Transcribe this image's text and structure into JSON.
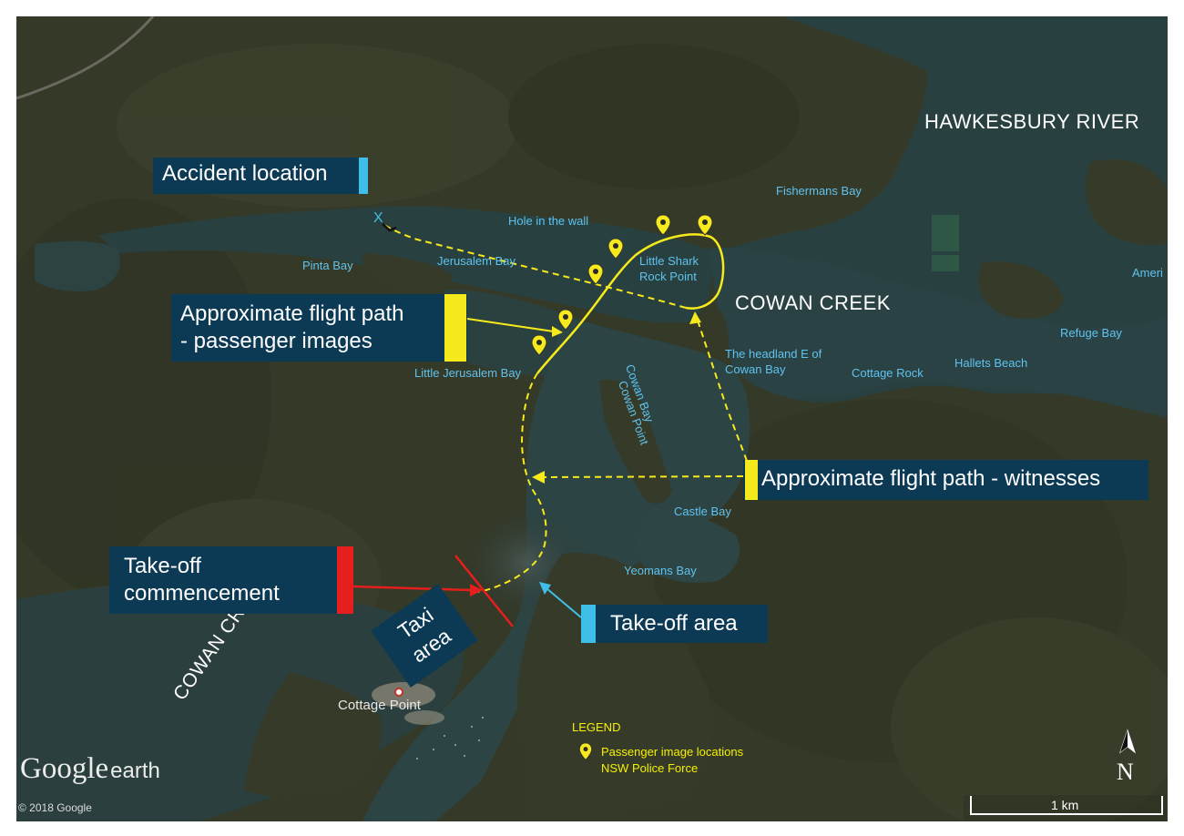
{
  "colors": {
    "callout_bg": "#0c3a55",
    "place_label": "#5fc3f0",
    "passenger_path": "#f7ea1c",
    "witness_path": "#f7ea1c",
    "takeoff_marker": "#e61e1e",
    "takeoff_area_marker": "#3fbfe8",
    "legend_text": "#f7f000"
  },
  "callouts": {
    "accident": "Accident location",
    "passenger_line1": "Approximate flight path",
    "passenger_line2": "- passenger images",
    "witnesses": "Approximate flight path - witnesses",
    "takeoff_line1": "Take-off",
    "takeoff_line2": "commencement",
    "takeoff_area": "Take-off area",
    "taxi_line1": "Taxi",
    "taxi_line2": "area"
  },
  "accident_marker": "X",
  "water_labels": {
    "hawkesbury": "HAWKESBURY RIVER",
    "cowan_creek_east": "COWAN CREEK",
    "cowan_creek_south": "COWAN CREEK"
  },
  "places": {
    "hole_in_the_wall": "Hole in the wall",
    "fishermans_bay": "Fishermans Bay",
    "pinta_bay": "Pinta Bay",
    "jerusalem_bay": "Jerusalem Bay",
    "little_shark_rock_point": "Little Shark Rock Point",
    "refuge_bay": "Refuge Bay",
    "america_bay_partial": "Ameri",
    "headland": "The headland  E of Cowan Bay",
    "cottage_rock": "Cottage Rock",
    "hallets_beach": "Hallets Beach",
    "little_jerusalem_bay": "Little Jerusalem Bay",
    "cowan_bay": "Cowan Bay",
    "cowan_point": "Cowan Point",
    "castle_bay": "Castle Bay",
    "yeomans_bay": "Yeomans Bay",
    "cottage_point": "Cottage Point"
  },
  "legend": {
    "title": "LEGEND",
    "item_line1": "Passenger image locations",
    "item_line2": "NSW Police Force",
    "icon": "map-pin-icon"
  },
  "branding": {
    "google": "Google",
    "earth": "earth",
    "copyright": "© 2018 Google"
  },
  "north_arrow": {
    "letter": "N",
    "icon": "north-arrow-icon"
  },
  "scale_bar": {
    "label": "1 km"
  }
}
